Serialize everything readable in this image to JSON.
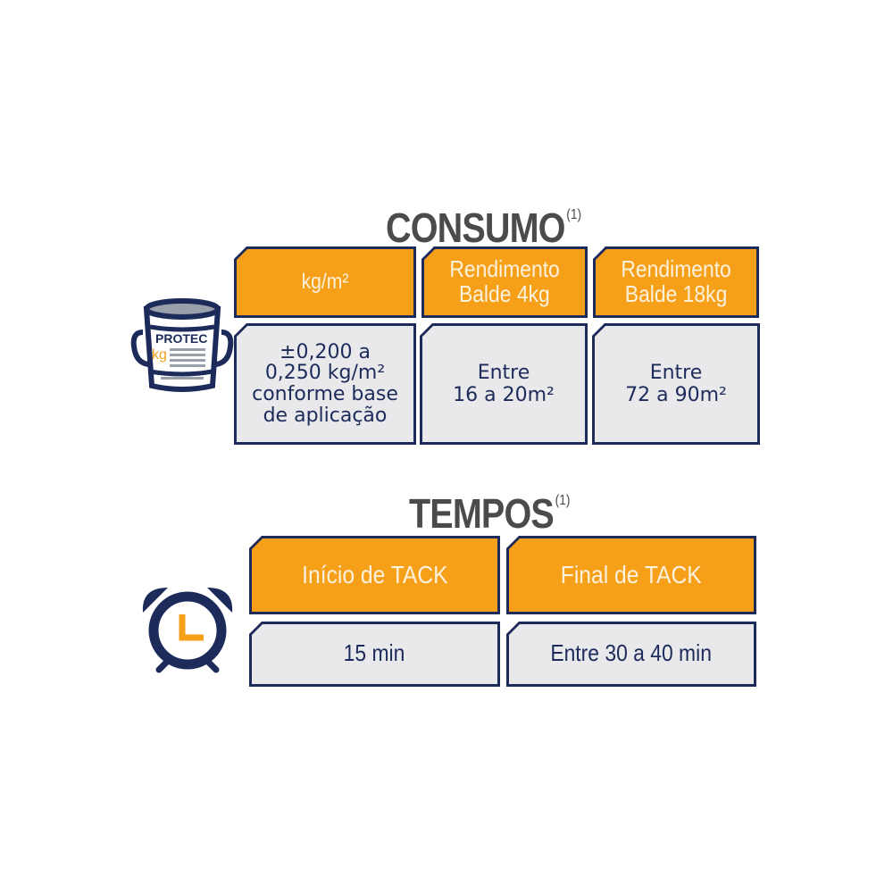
{
  "consumo": {
    "title": "CONSUMO",
    "footnote": "(1)",
    "icon": "paint-bucket-icon",
    "bucket_brand": "PROTEC",
    "bucket_unit": "kg",
    "columns": [
      {
        "header": "kg/m²",
        "value_lines": [
          "±0,200 a",
          "0,250 kg/m²",
          "conforme base",
          "de aplicação"
        ]
      },
      {
        "header_lines": [
          "Rendimento",
          "Balde 4kg"
        ],
        "value_lines": [
          "Entre",
          "16 a 20m²"
        ]
      },
      {
        "header_lines": [
          "Rendimento",
          "Balde 18kg"
        ],
        "value_lines": [
          "Entre",
          "72 a 90m²"
        ]
      }
    ]
  },
  "tempos": {
    "title": "TEMPOS",
    "footnote": "(1)",
    "icon": "alarm-clock-icon",
    "columns": [
      {
        "header": "Início de TACK",
        "value": "15 min"
      },
      {
        "header": "Final de TACK",
        "value": "Entre 30 a 40 min"
      }
    ]
  },
  "colors": {
    "header_bg": "#f6a01a",
    "header_text": "#fbf1dc",
    "body_bg": "#e9e9ec",
    "border_navy": "#1c2b5a",
    "title_gray": "#4a4b4d"
  }
}
